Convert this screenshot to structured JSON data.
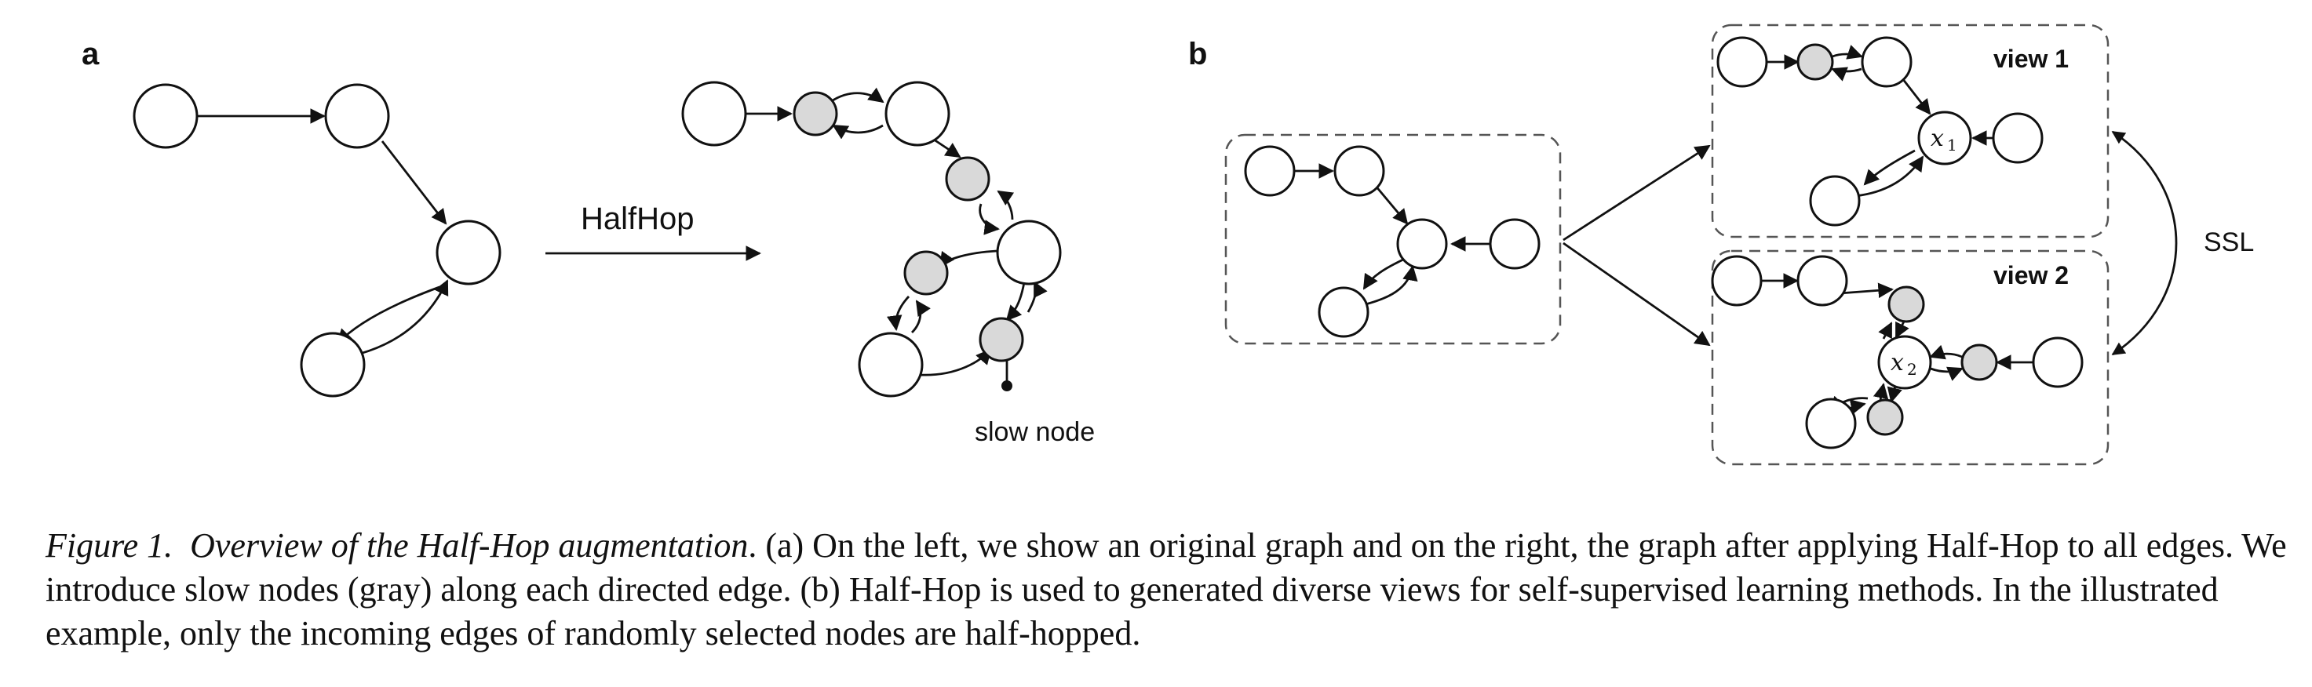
{
  "panels": {
    "a": "a",
    "b": "b"
  },
  "labels": {
    "halfhop": "HalfHop",
    "slow_node": "slow node",
    "view1": "view 1",
    "view2": "view 2",
    "ssl": "SSL",
    "x": "x",
    "sub1": "1",
    "sub2": "2"
  },
  "caption": {
    "figure_label": "Figure 1.",
    "title": "Overview of the Half-Hop augmentation",
    "text": ". (a) On the left, we show an original graph and on the right, the graph after applying Half-Hop to all edges. We introduce slow nodes (gray) along each directed edge. (b) Half-Hop is used to generated diverse views for self-supervised learning methods. In the illustrated example, only the incoming edges of randomly selected nodes are half-hopped."
  },
  "colors": {
    "slow_node_fill": "#d9d9d9",
    "node_stroke": "#111111"
  }
}
